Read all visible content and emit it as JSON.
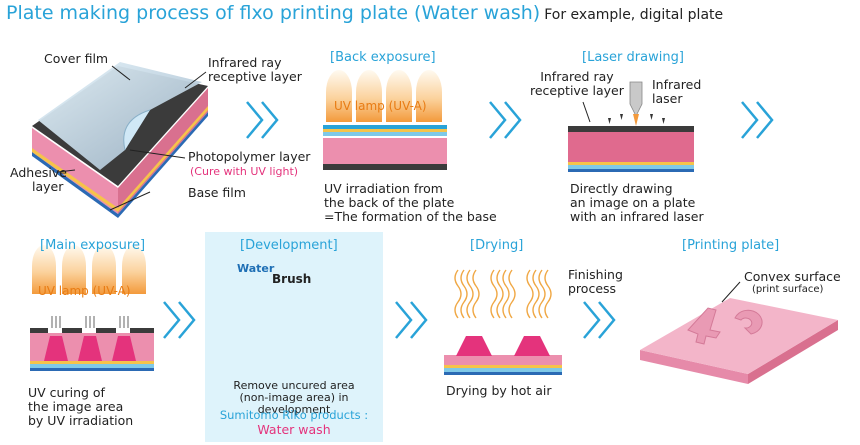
{
  "title": {
    "main": "Plate making process of flxo printing plate (Water wash)",
    "sub": "For example, digital plate"
  },
  "plate": {
    "cover_film": "Cover film",
    "infrared_layer": [
      "Infrared ray",
      "receptive layer"
    ],
    "photopolymer": "Photopolymer layer",
    "cure": "(Cure with UV light)",
    "adhesive": [
      "Adhesive",
      "layer"
    ],
    "base_film": "Base film"
  },
  "back_exposure": {
    "label": "[Back exposure]",
    "lamp": "UV lamp (UV-A)",
    "caption": [
      "UV irradiation from",
      "the back of the plate",
      "=The formation of the base"
    ]
  },
  "laser_drawing": {
    "label": "[Laser drawing]",
    "receptive": [
      "Infrared ray",
      "receptive layer"
    ],
    "laser": [
      "Infrared",
      "laser"
    ],
    "caption": [
      "Directly drawing",
      "an image on a plate",
      "with an infrared laser"
    ]
  },
  "main_exposure": {
    "label": "[Main exposure]",
    "lamp": "UV lamp (UV-A)",
    "caption": [
      "UV curing of",
      "the image area",
      "by UV irradiation"
    ]
  },
  "development": {
    "label": "[Development]",
    "water": "Water",
    "brush": "Brush",
    "caption": [
      "Remove uncured area",
      "(non-image area) in development"
    ],
    "products": "Sumitomo Riko products :",
    "wash": "Water wash"
  },
  "drying": {
    "label": "[Drying]",
    "caption": "Drying by hot air"
  },
  "finishing": {
    "caption": [
      "Finishing",
      "process"
    ]
  },
  "printing_plate": {
    "label": "[Printing plate]",
    "convex": "Convex surface",
    "print_surface": "(print surface)"
  },
  "colors": {
    "accent": "#29a3d8",
    "pink": "#e4337c",
    "plate_pink": "#ec8fae",
    "lamp_orange": "#f39a3c"
  }
}
